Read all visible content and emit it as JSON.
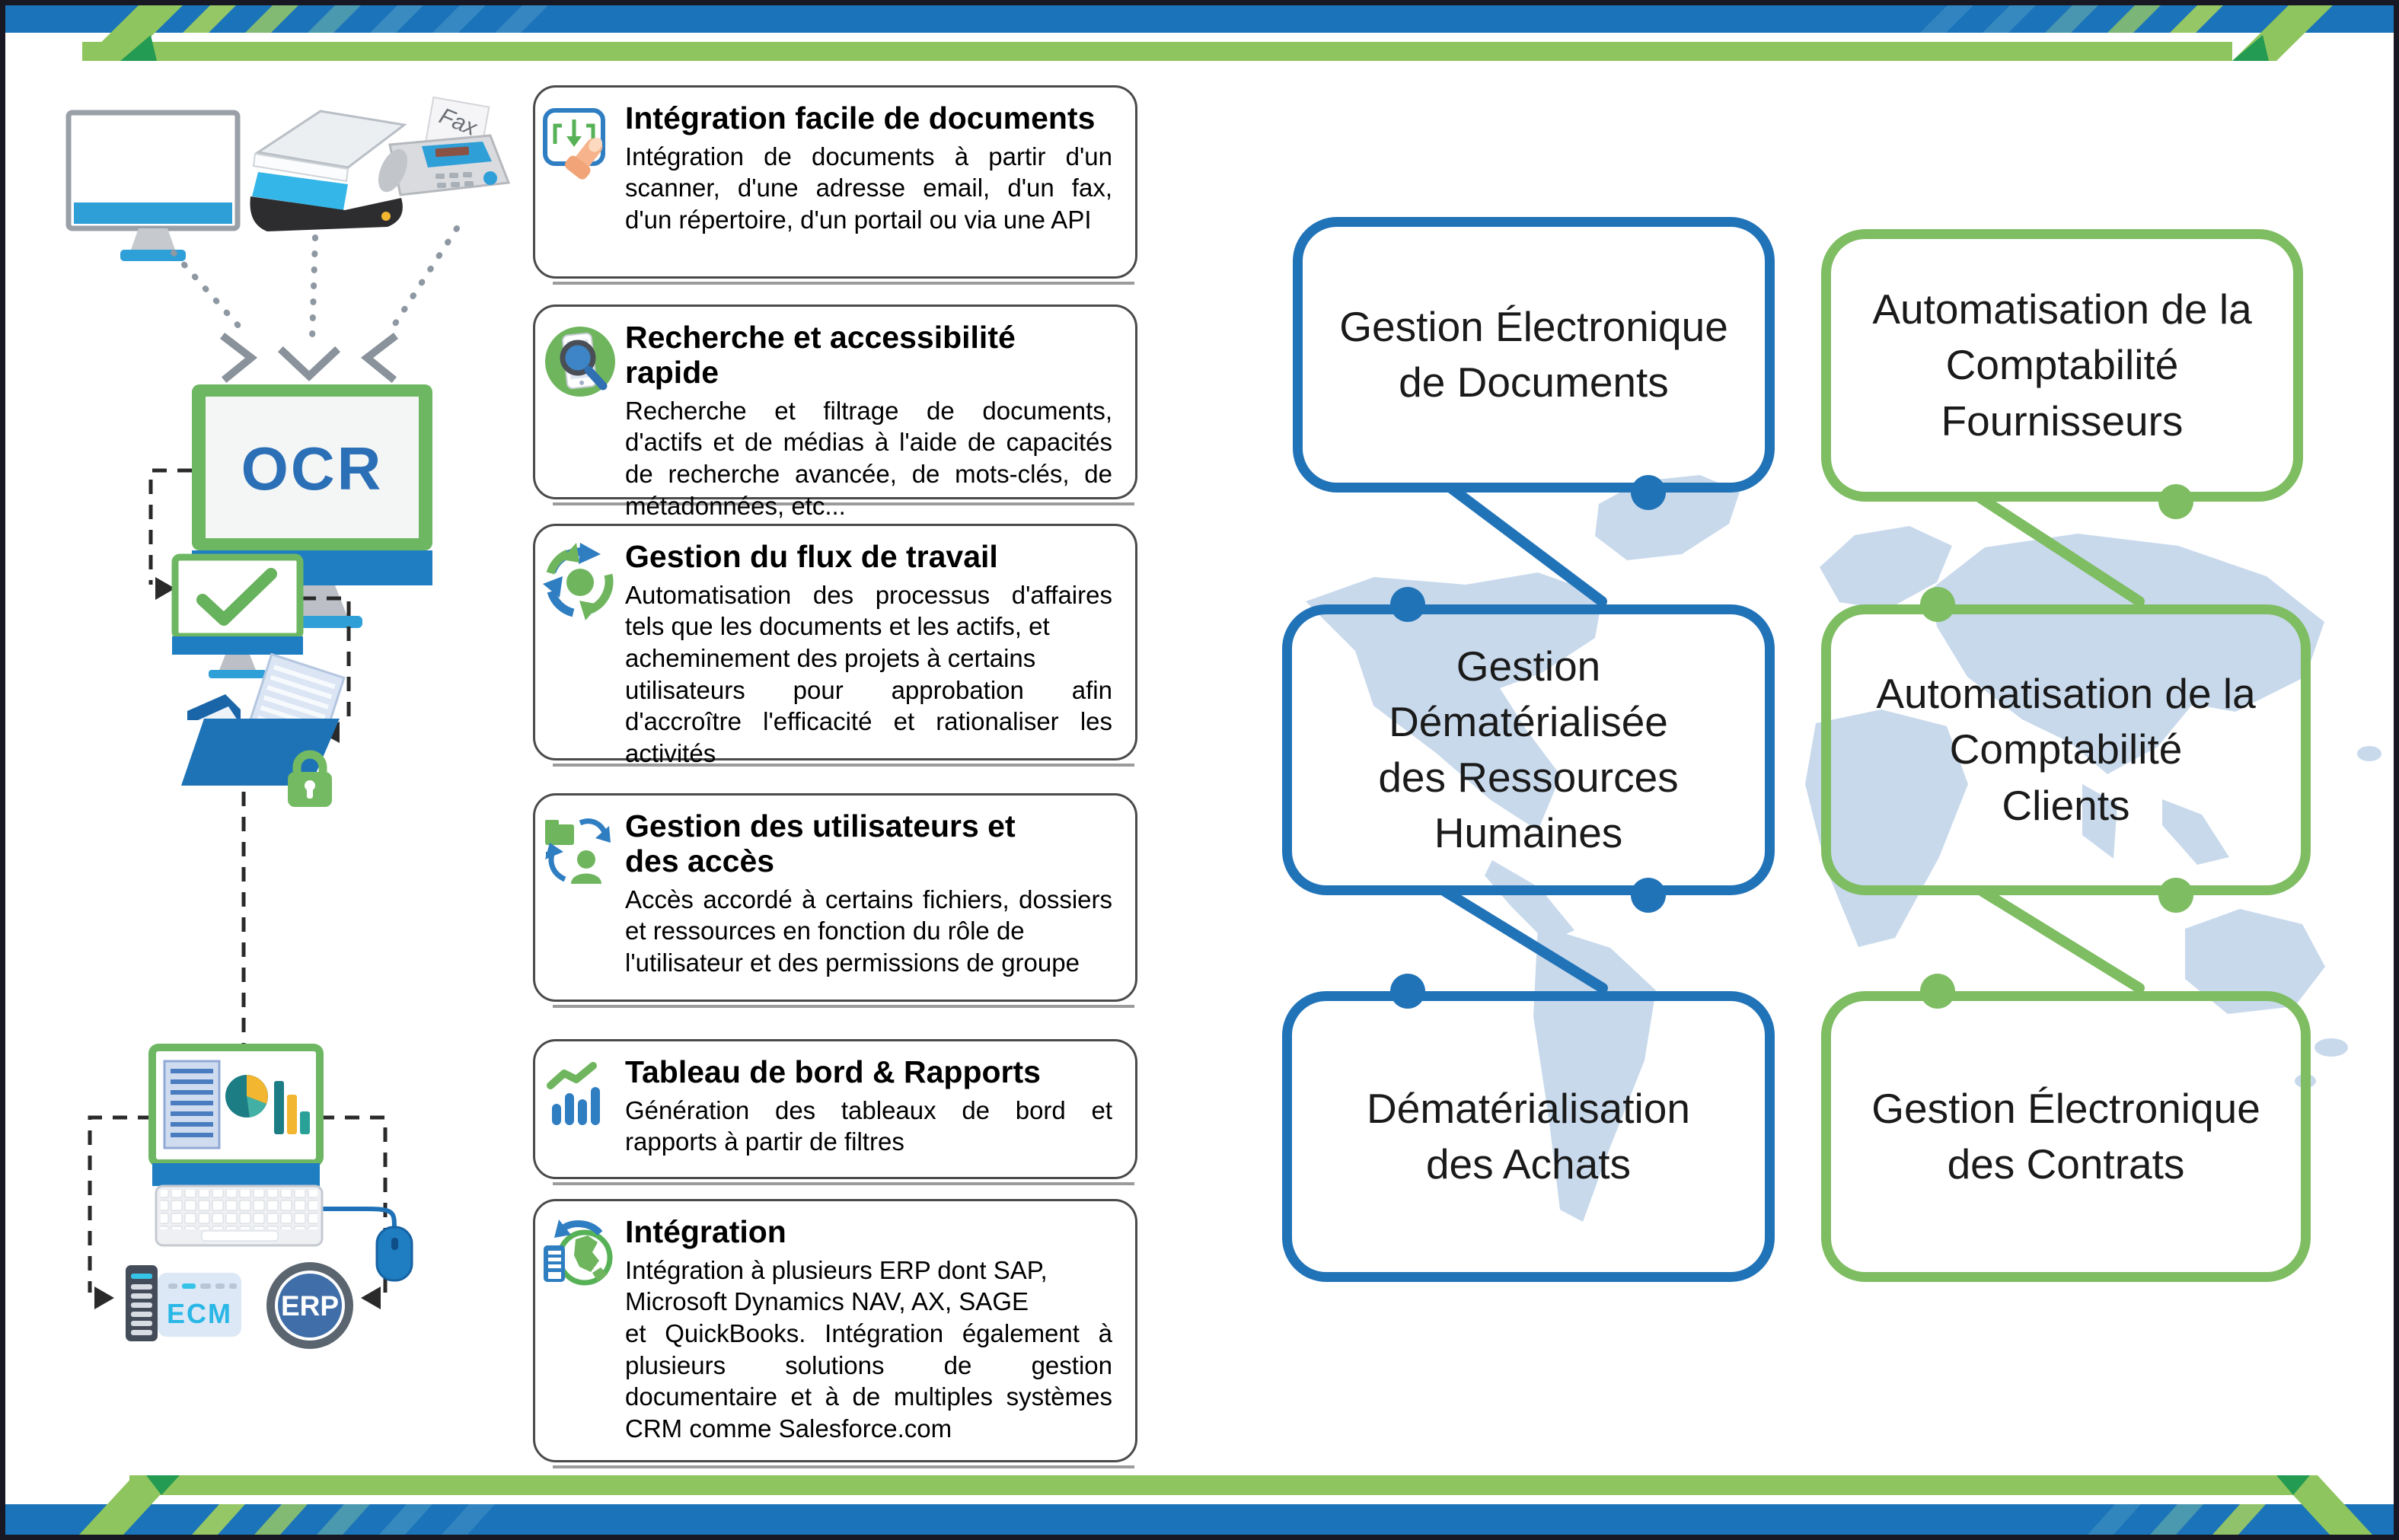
{
  "left_flow": {
    "ocr_label": "OCR",
    "ecm_label": "ECM",
    "erp_label": "ERP",
    "fax_paper_label": "Fax",
    "icons": [
      "desktop-computer-icon",
      "scanner-icon",
      "fax-machine-icon",
      "ocr-monitor-icon",
      "validation-check-monitor-icon",
      "secure-folder-lock-icon",
      "dashboard-monitor-icon",
      "keyboard-icon",
      "mouse-icon",
      "ecm-server-icon",
      "erp-badge-icon"
    ]
  },
  "cards": [
    {
      "title": "Intégration facile de documents",
      "description": "Intégration de documents à partir d'un scanner, d'une adresse email, d'un fax, d'un répertoire, d'un portail ou via une API",
      "icon": "document-import-icon"
    },
    {
      "title": "Recherche et accessibilité rapide",
      "description": "Recherche et filtrage de documents, d'actifs et de médias à l'aide de capacités de recherche avancée, de mots-clés, de métadonnées, etc...",
      "icon": "search-icon"
    },
    {
      "title": "Gestion du flux de travail",
      "description": "Automatisation des processus d'affaires tels que les documents et les actifs, et\nacheminement des projets à certains\nutilisateurs pour approbation afin d'accroître l'efficacité et rationaliser les activités",
      "icon": "workflow-cycle-icon"
    },
    {
      "title": "Gestion des utilisateurs et\ndes accès",
      "description": "Accès accordé à certains fichiers, dossiers et ressources en fonction du rôle de\nl'utilisateur et des permissions de groupe",
      "icon": "users-access-icon"
    },
    {
      "title": "Tableau de bord & Rapports",
      "description": "Génération des tableaux de bord et rapports à partir de filtres",
      "icon": "dashboard-chart-icon"
    },
    {
      "title": "Intégration",
      "description": "Intégration à plusieurs ERP dont SAP,\nMicrosoft Dynamics NAV, AX, SAGE\net QuickBooks. Intégration également à plusieurs solutions de gestion documentaire et à de multiples systèmes CRM comme Salesforce.com",
      "icon": "integration-globe-icon"
    }
  ],
  "solutions": [
    {
      "label": "Gestion Électronique\nde Documents",
      "color": "blue"
    },
    {
      "label": "Automatisation de la\nComptabilité\nFournisseurs",
      "color": "green"
    },
    {
      "label": "Gestion\nDématérialisée\ndes Ressources\nHumaines",
      "color": "blue"
    },
    {
      "label": "Automatisation de la\nComptabilité\nClients",
      "color": "green"
    },
    {
      "label": "Dématérialisation\ndes Achats",
      "color": "blue"
    },
    {
      "label": "Gestion Électronique\ndes Contrats",
      "color": "green"
    }
  ],
  "colors": {
    "blue": "#1b73b9",
    "green": "#7fbd63",
    "bar_green": "#8fc55e",
    "dark_green_fold": "#239b52",
    "map_fill": "#c8d9ec",
    "frame": "#181824"
  }
}
